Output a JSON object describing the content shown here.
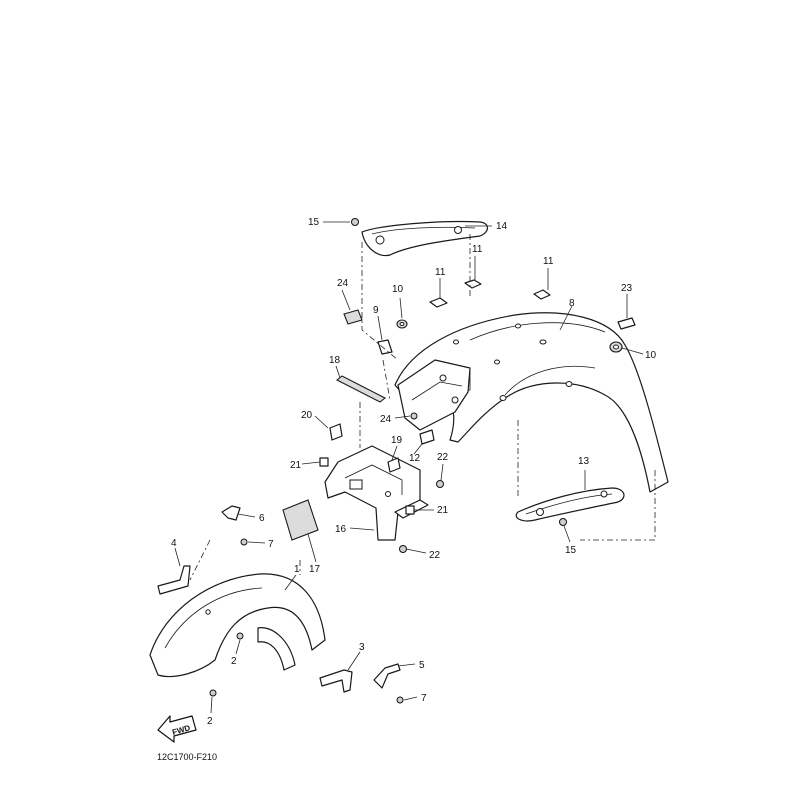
{
  "diagram": {
    "ref_code": "12C1700-F210",
    "fwd_label": "FWD",
    "callouts": {
      "c1": "1",
      "c2a": "2",
      "c2b": "2",
      "c3": "3",
      "c4": "4",
      "c5": "5",
      "c6": "6",
      "c7a": "7",
      "c7b": "7",
      "c8": "8",
      "c9": "9",
      "c10a": "10",
      "c10b": "10",
      "c11a": "11",
      "c11b": "11",
      "c11c": "11",
      "c12": "12",
      "c13": "13",
      "c14": "14",
      "c15a": "15",
      "c15b": "15",
      "c16": "16",
      "c17": "17",
      "c18": "18",
      "c19": "19",
      "c20": "20",
      "c21a": "21",
      "c21b": "21",
      "c22a": "22",
      "c22b": "22",
      "c23": "23",
      "c24a": "24",
      "c24b": "24"
    }
  }
}
